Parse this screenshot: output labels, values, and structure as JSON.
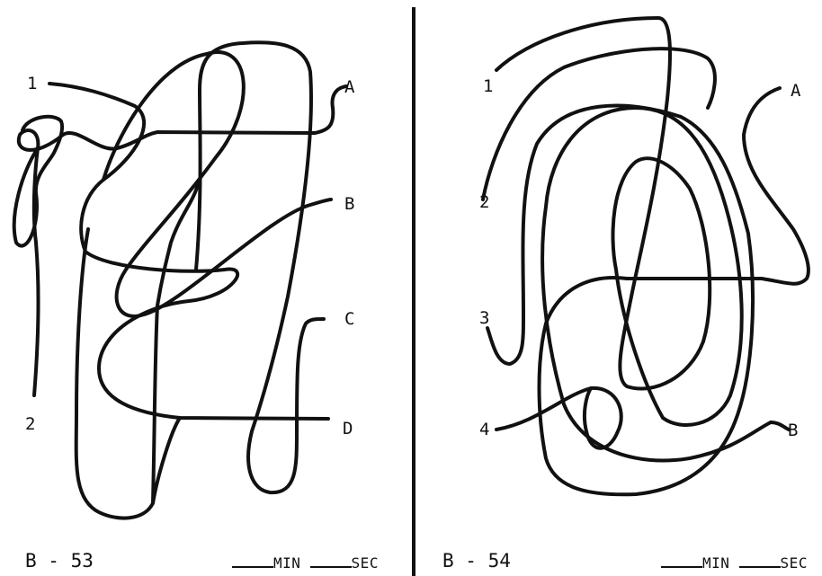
{
  "left_test": {
    "start_labels": [
      "1",
      "2"
    ],
    "end_labels": [
      "A",
      "B",
      "C",
      "D"
    ],
    "code": "B - 53",
    "min_label": "Min",
    "sec_label": "Sec"
  },
  "right_test": {
    "start_labels": [
      "1",
      "2",
      "3",
      "4"
    ],
    "end_labels": [
      "A",
      "B"
    ],
    "code": "B - 54",
    "min_label": "Min",
    "sec_label": "Sec"
  }
}
